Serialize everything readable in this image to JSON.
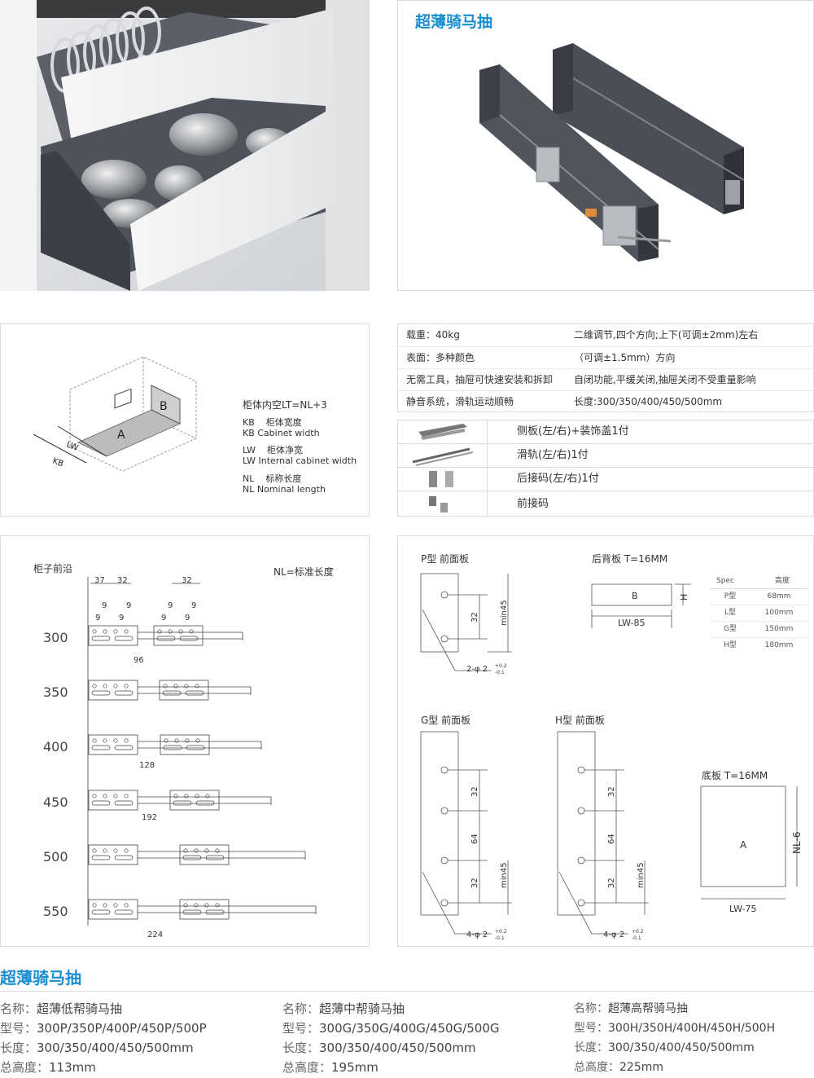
{
  "top_right_title": "超薄骑马抽",
  "diagram": {
    "lt_formula": "柜体内空LT=NL+3",
    "kb_code": "KB",
    "kb_cn": "柜体宽度",
    "kb_en": "KB Cabinet width",
    "lw_code": "LW",
    "lw_cn": "柜体净宽",
    "lw_en": "LW Internal cabinet width",
    "nl_code": "NL",
    "nl_cn": "标称长度",
    "nl_en": "NL Nominal length",
    "label_a": "A",
    "label_b": "B",
    "label_lw": "LW",
    "label_kb": "KB"
  },
  "specs": [
    {
      "left": "载重：40kg",
      "right": "二维调节,四个方向;上下(可调±2mm)左右"
    },
    {
      "left": "表面：多种颜色",
      "right": "（可调±1.5mm）方向"
    },
    {
      "left": "无需工具，抽屉可快速安装和拆卸",
      "right": "自闭功能,平缓关闭,抽屉关闭不受重量影响"
    },
    {
      "left": "静音系统，滑轨运动顺畅",
      "right": "长度:300/350/400/450/500mm"
    }
  ],
  "accessories": [
    {
      "label": "侧板(左/右)+装饰盖1付",
      "icon": "side-panel-icon"
    },
    {
      "label": "滑轨(左/右)1付",
      "icon": "rail-icon"
    },
    {
      "label": "后接码(左/右)1付",
      "icon": "rear-bracket-icon"
    },
    {
      "label": "前接码",
      "icon": "front-bracket-icon"
    }
  ],
  "hole_diagram": {
    "front_edge": "柜子前沿",
    "nl_note": "NL=标准长度",
    "dim_37": "37",
    "dim_32a": "32",
    "dim_32b": "32",
    "dim_9": "9",
    "sizes": [
      "300",
      "350",
      "400",
      "450",
      "500",
      "550"
    ],
    "spans": [
      "96",
      "128",
      "192",
      "224"
    ]
  },
  "panels": {
    "p_title": "P型 前面板",
    "g_title": "G型 前面板",
    "h_title": "H型 前面板",
    "back_title": "后背板 T=16MM",
    "bottom_title": "底板 T=16MM",
    "dim_32": "32",
    "dim_64": "64",
    "dim_min45": "min45",
    "hole_p": "2-φ 2",
    "hole_gh": "4-φ 2",
    "tol_up": "+0.2",
    "tol_down": "-0.1",
    "label_b": "B",
    "label_h": "H",
    "label_lw85": "LW-85",
    "label_a": "A",
    "label_nl6": "NL-6",
    "label_lw75": "LW-75"
  },
  "spec_table": {
    "headers": [
      "Spec",
      "高度"
    ],
    "rows": [
      [
        "P型",
        "68mm"
      ],
      [
        "L型",
        "100mm"
      ],
      [
        "G型",
        "150mm"
      ],
      [
        "H型",
        "180mm"
      ]
    ]
  },
  "bottom_title": "超薄骑马抽",
  "products": [
    {
      "name_k": "名称：",
      "name_v": "超薄低帮骑马抽",
      "model_k": "型号：",
      "model_v": "300P/350P/400P/450P/500P",
      "len_k": "长度：",
      "len_v": "300/350/400/450/500mm",
      "h_k": "总高度：",
      "h_v": "113mm"
    },
    {
      "name_k": "名称：",
      "name_v": "超薄中帮骑马抽",
      "model_k": "型号：",
      "model_v": "300G/350G/400G/450G/500G",
      "len_k": "长度：",
      "len_v": "300/350/400/450/500mm",
      "h_k": "总高度：",
      "h_v": "195mm"
    },
    {
      "name_k": "名称：",
      "name_v": "超薄高帮骑马抽",
      "model_k": "型号：",
      "model_v": "300H/350H/400H/450H/500H",
      "len_k": "长度：",
      "len_v": "300/350/400/450/500mm",
      "h_k": "总高度：",
      "h_v": "225mm"
    }
  ],
  "colors": {
    "accent": "#1a8ed1",
    "drawer_gray": "#454a55",
    "border": "#dcdcdc"
  }
}
